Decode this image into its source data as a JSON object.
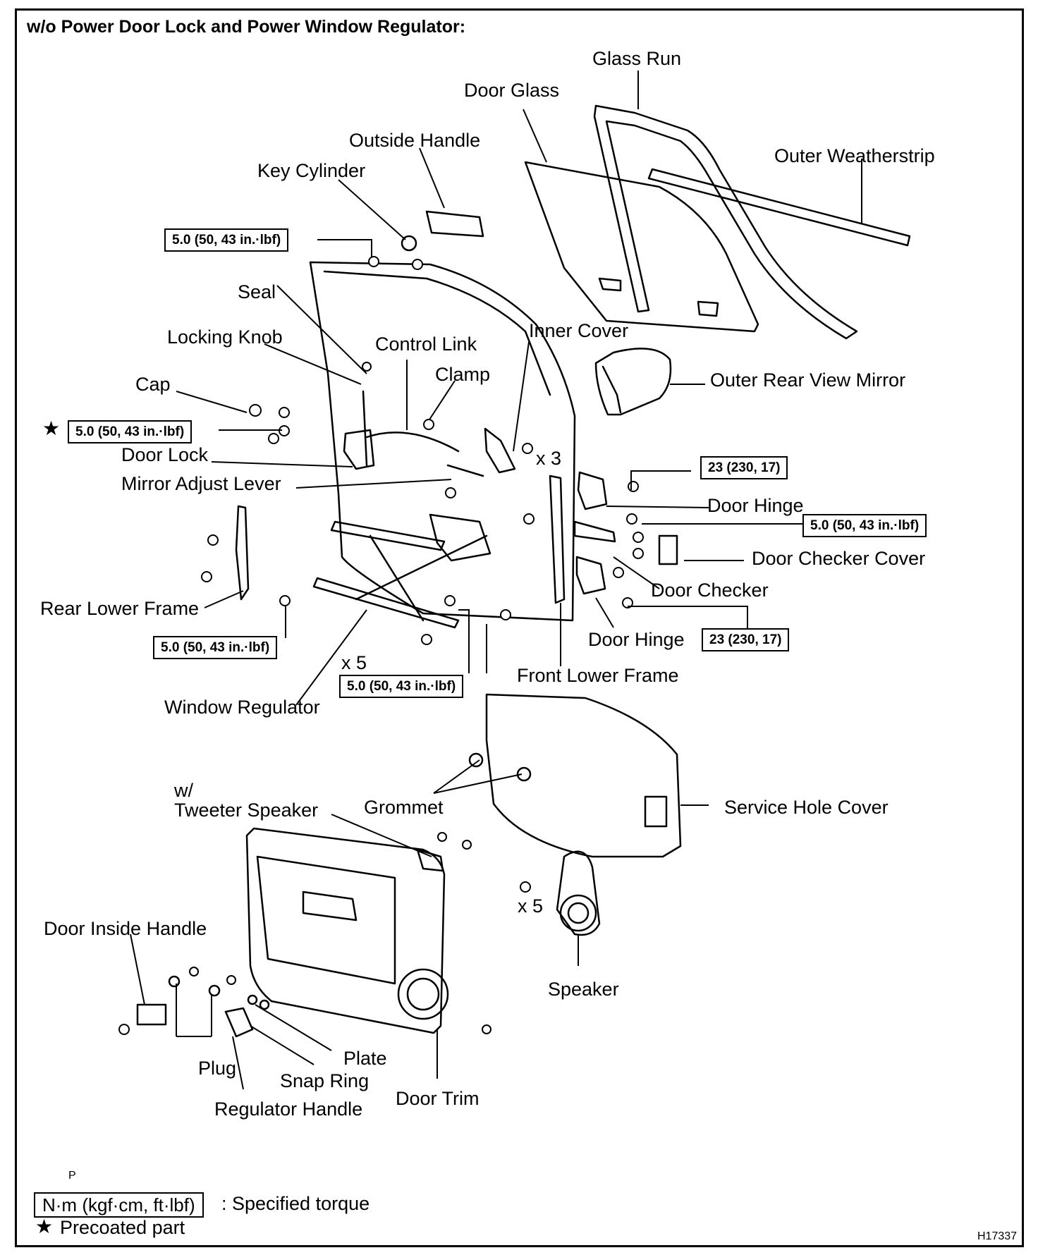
{
  "title": "w/o Power Door Lock and Power Window Regulator:",
  "labels": {
    "glass_run": "Glass Run",
    "door_glass": "Door Glass",
    "outside_handle": "Outside Handle",
    "key_cylinder": "Key Cylinder",
    "outer_weatherstrip": "Outer Weatherstrip",
    "seal": "Seal",
    "locking_knob": "Locking Knob",
    "control_link": "Control Link",
    "inner_cover": "Inner Cover",
    "clamp": "Clamp",
    "cap": "Cap",
    "outer_rear_view_mirror": "Outer Rear View Mirror",
    "door_lock": "Door Lock",
    "x3": "x 3",
    "mirror_adjust_lever": "Mirror Adjust Lever",
    "door_hinge_upper": "Door Hinge",
    "door_checker_cover": "Door Checker Cover",
    "door_checker": "Door Checker",
    "rear_lower_frame": "Rear Lower Frame",
    "door_hinge_lower": "Door Hinge",
    "x5_regulator": "x 5",
    "front_lower_frame": "Front Lower Frame",
    "window_regulator": "Window Regulator",
    "w_prefix": "w/",
    "tweeter_speaker": "Tweeter Speaker",
    "grommet": "Grommet",
    "service_hole_cover": "Service Hole Cover",
    "door_inside_handle": "Door Inside Handle",
    "x5_speaker": "x 5",
    "speaker": "Speaker",
    "plate": "Plate",
    "plug": "Plug",
    "snap_ring": "Snap Ring",
    "door_trim": "Door Trim",
    "regulator_handle": "Regulator Handle"
  },
  "torques": {
    "key_cylinder": "5.0 (50, 43 in.·lbf)",
    "door_lock": "5.0 (50, 43 in.·lbf)",
    "hinge_upper": "23 (230, 17)",
    "checker": "5.0 (50, 43 in.·lbf)",
    "rear_lower_frame": "5.0 (50, 43 in.·lbf)",
    "hinge_lower": "23 (230, 17)",
    "regulator": "5.0 (50, 43 in.·lbf)"
  },
  "legend": {
    "p_mark": "P",
    "torque_unit": "N·m (kgf·cm, ft·lbf)",
    "torque_desc": ": Specified torque",
    "star": "★",
    "precoated": "Precoated part"
  },
  "figure_id": "H17337"
}
